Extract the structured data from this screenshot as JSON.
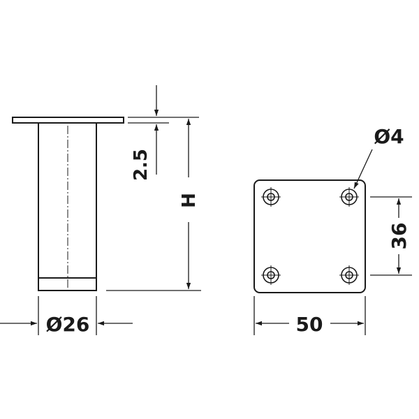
{
  "dimensions": {
    "plate_thickness": "2.5",
    "height": "H",
    "tube_diameter": "Ø26",
    "screw_hole_diameter": "Ø4",
    "hole_spacing": "36",
    "plate_width": "50"
  },
  "colors": {
    "line": "#1a1a1a",
    "background": "#ffffff"
  }
}
